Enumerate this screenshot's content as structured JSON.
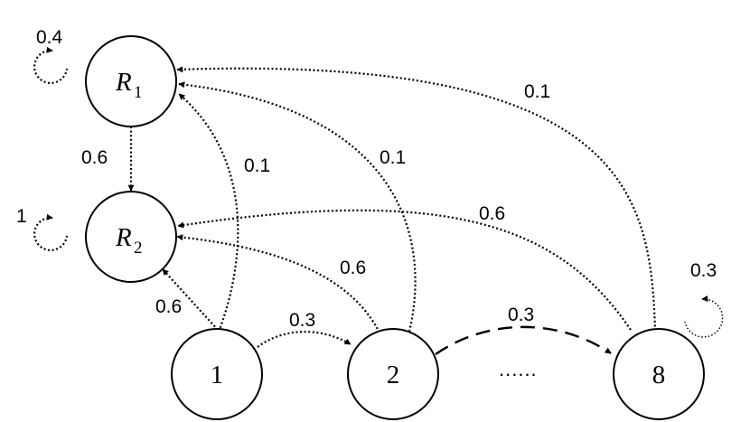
{
  "nodes": {
    "r1": {
      "letter": "R",
      "subscript": "1"
    },
    "r2": {
      "letter": "R",
      "subscript": "2"
    },
    "n1": {
      "label": "1"
    },
    "n2": {
      "label": "2"
    },
    "n8": {
      "label": "8"
    }
  },
  "ellipsis": "......",
  "probabilities": {
    "r1_self": "0.4",
    "r1_to_r2": "0.6",
    "r2_self": "1",
    "n1_to_r1": "0.1",
    "n1_to_r2": "0.6",
    "n1_to_n2": "0.3",
    "n2_to_r1": "0.1",
    "n2_to_r2": "0.6",
    "n2_to_n8": "0.3",
    "n8_to_r1": "0.1",
    "n8_to_r2": "0.6",
    "n8_self": "0.3"
  }
}
